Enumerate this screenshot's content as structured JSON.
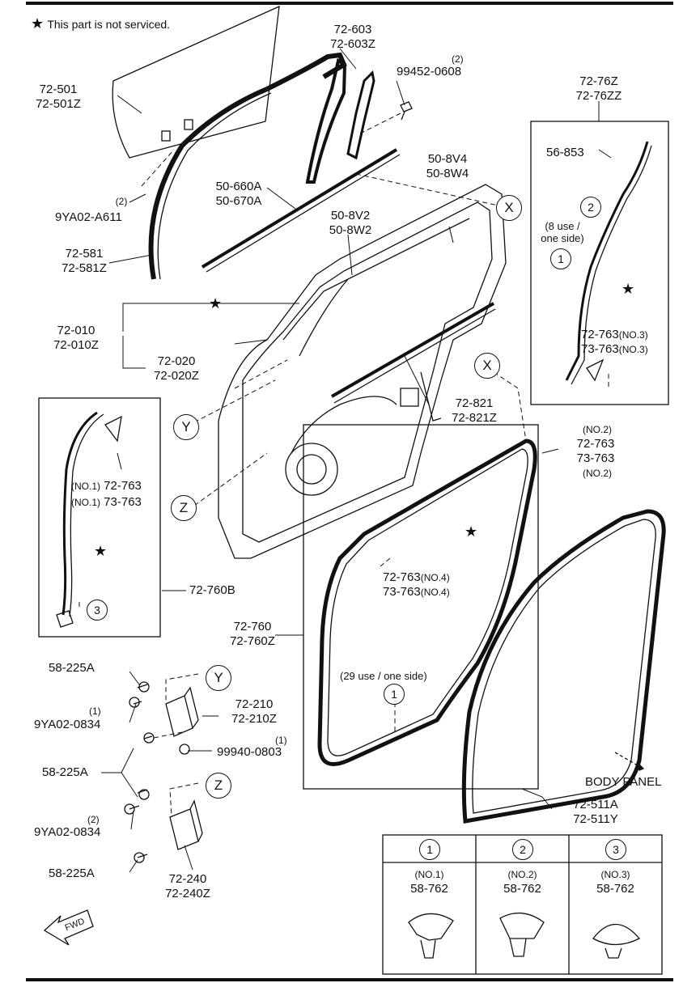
{
  "note": "This part is not serviced.",
  "parts": {
    "p72_501": [
      "72-501",
      "72-501Z"
    ],
    "p72_581": [
      "72-581",
      "72-581Z"
    ],
    "p9ya02_a611": {
      "qty": "(2)",
      "code": "9YA02-A611"
    },
    "p72_603": [
      "72-603",
      "72-603Z"
    ],
    "p99452": {
      "qty": "(2)",
      "code": "99452-0608"
    },
    "p50_660": [
      "50-660A",
      "50-670A"
    ],
    "p50_8v4": [
      "50-8V4",
      "50-8W4"
    ],
    "p50_8v2": [
      "50-8V2",
      "50-8W2"
    ],
    "p72_010": [
      "72-010",
      "72-010Z"
    ],
    "p72_020": [
      "72-020",
      "72-020Z"
    ],
    "p72_821": [
      "72-821",
      "72-821Z"
    ],
    "p72_76z": [
      "72-76Z",
      "72-76ZZ"
    ],
    "p56_853": "56-853",
    "use8": [
      "(8 use /",
      "one side)"
    ],
    "p72_763_no3": [
      "72-763",
      "73-763"
    ],
    "no3": "(NO.3)",
    "p72_763_no2": [
      "72-763",
      "73-763"
    ],
    "no2": "(NO.2)",
    "p72_763_no1": [
      "72-763",
      "73-763"
    ],
    "no1": "(NO.1)",
    "p72_760b": "72-760B",
    "p72_763_no4": [
      "72-763",
      "73-763"
    ],
    "no4": "(NO.4)",
    "p72_760": [
      "72-760",
      "72-760Z"
    ],
    "use29": "(29 use / one side)",
    "p58_225a": "58-225A",
    "p9ya02_0834_a": {
      "qty": "(1)",
      "code": "9YA02-0834"
    },
    "p72_210": [
      "72-210",
      "72-210Z"
    ],
    "p99940": {
      "qty": "(1)",
      "code": "99940-0803"
    },
    "p9ya02_0834_b": {
      "qty": "(2)",
      "code": "9YA02-0834"
    },
    "p72_240": [
      "72-240",
      "72-240Z"
    ],
    "p72_511": [
      "72-511A",
      "72-511Y"
    ],
    "body_panel": "BODY PANEL",
    "fwd": "FWD",
    "callouts": {
      "x": "X",
      "y": "Y",
      "z": "Z",
      "one": "1",
      "two": "2",
      "three": "3"
    },
    "legend": [
      {
        "num": "1",
        "no": "(NO.1)",
        "code": "58-762"
      },
      {
        "num": "2",
        "no": "(NO.2)",
        "code": "58-762"
      },
      {
        "num": "3",
        "no": "(NO.3)",
        "code": "58-762"
      }
    ]
  }
}
